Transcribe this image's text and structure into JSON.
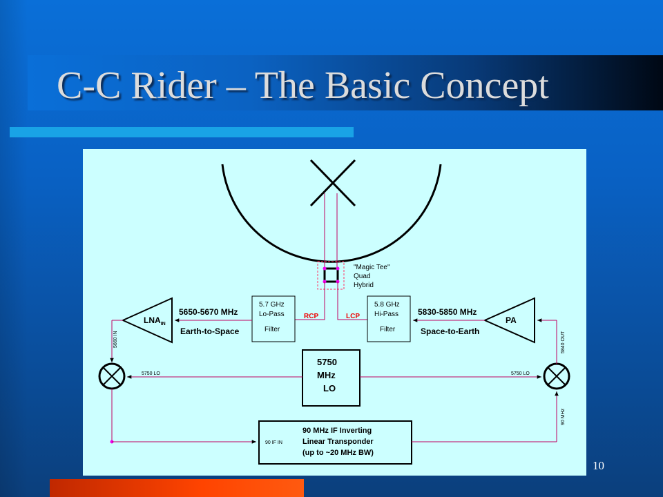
{
  "slide": {
    "title": "C-C Rider – The Basic Concept",
    "page_number": "10"
  },
  "diagram": {
    "magic_tee": [
      "\"Magic Tee\"",
      "Quad",
      "Hybrid"
    ],
    "lpf": [
      "5.7 GHz",
      "Lo-Pass",
      "Filter"
    ],
    "hpf": [
      "5.8 GHz",
      "Hi-Pass",
      "Filter"
    ],
    "rcp": "RCP",
    "lcp": "LCP",
    "uplink_freq": "5650-5670 MHz",
    "uplink_dir": "Earth-to-Space",
    "downlink_freq": "5830-5850 MHz",
    "downlink_dir": "Space-to-Earth",
    "lna": "LNA",
    "lna_sub": "IN",
    "pa": "PA",
    "lo": [
      "5750",
      "MHz",
      "LO"
    ],
    "lo_left": "5750 LO",
    "lo_right": "5750 LO",
    "in_5660": "5660 IN",
    "out_5840": "5840 OUT",
    "mhz_90": "90 MHz",
    "if_in": "90 IF IN",
    "transponder": [
      "90 MHz IF Inverting",
      "Linear Transponder",
      "(up to ~20 MHz BW)"
    ]
  },
  "colors": {
    "line_signal": "#c00060",
    "line_dark": "#000000",
    "magenta_dot": "#ee00ee",
    "red_label": "#ee0000",
    "dashed_box": "#ff3060"
  }
}
